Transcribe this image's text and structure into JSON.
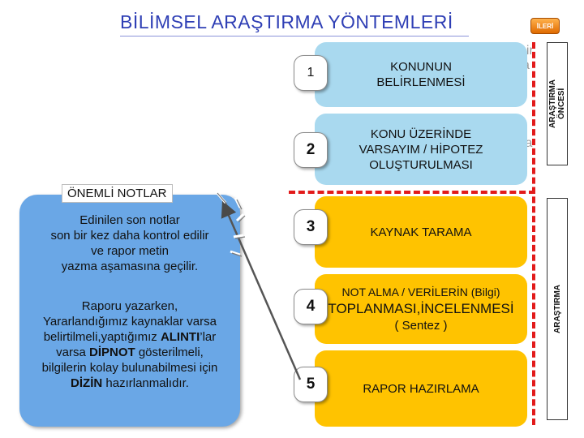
{
  "header": {
    "title": "BİLİMSEL ARAŞTIRMA YÖNTEMLERİ",
    "next_button": "İLERİ"
  },
  "phases": {
    "before": "ARAŞTIRMA\nÖNCESİ",
    "during": "ARAŞTIRMA"
  },
  "steps": [
    {
      "number": "1",
      "label": "KONUNUN\nBELİRLENMESİ",
      "color": "#a9d9ef"
    },
    {
      "number": "2",
      "label": "KONU ÜZERİNDE\nVARSAYIM / HİPOTEZ\nOLUŞTURULMASI",
      "color": "#a9d9ef"
    },
    {
      "number": "3",
      "label": "KAYNAK TARAMA",
      "color": "#ffc300"
    },
    {
      "label_line1": "NOT ALMA / VERİLERİN (Bilgi)",
      "label_line2": "TOPLANMASI,İNCELENMESİ",
      "label_line3": "( Sentez )",
      "number": "4",
      "color": "#ffc300"
    },
    {
      "number": "5",
      "label": "RAPOR HAZIRLAMA",
      "color": "#ffc300"
    }
  ],
  "notes": {
    "title": "ÖNEMLİ NOTLAR",
    "note1": "Edinilen son notlar\nson bir kez daha kontrol edilir\nve rapor metin\nyazma aşamasına geçilir.",
    "note2_parts": {
      "p1": "Raporu yazarken,",
      "p2": "Yararlandığımız kaynaklar varsa",
      "p3": "belirtilmeli,yaptığımız ",
      "p4": "ALINTI",
      "p5": "’lar",
      "p6": "varsa ",
      "p7": "DİPNOT",
      "p8": " gösterilmeli,",
      "p9": "bilgilerin kolay bulunabilmesi için",
      "p10": "DİZİN",
      "p11": " hazırlanmalıdır."
    },
    "color": "#6aa7e6"
  },
  "background_fragments": {
    "frag1": "bir",
    "frag2": "a",
    "frag3": "sla"
  },
  "accent_colors": {
    "title": "#2f3fb5",
    "divider": "#e21b1b",
    "early_steps": "#a9d9ef",
    "research_steps": "#ffc300"
  }
}
